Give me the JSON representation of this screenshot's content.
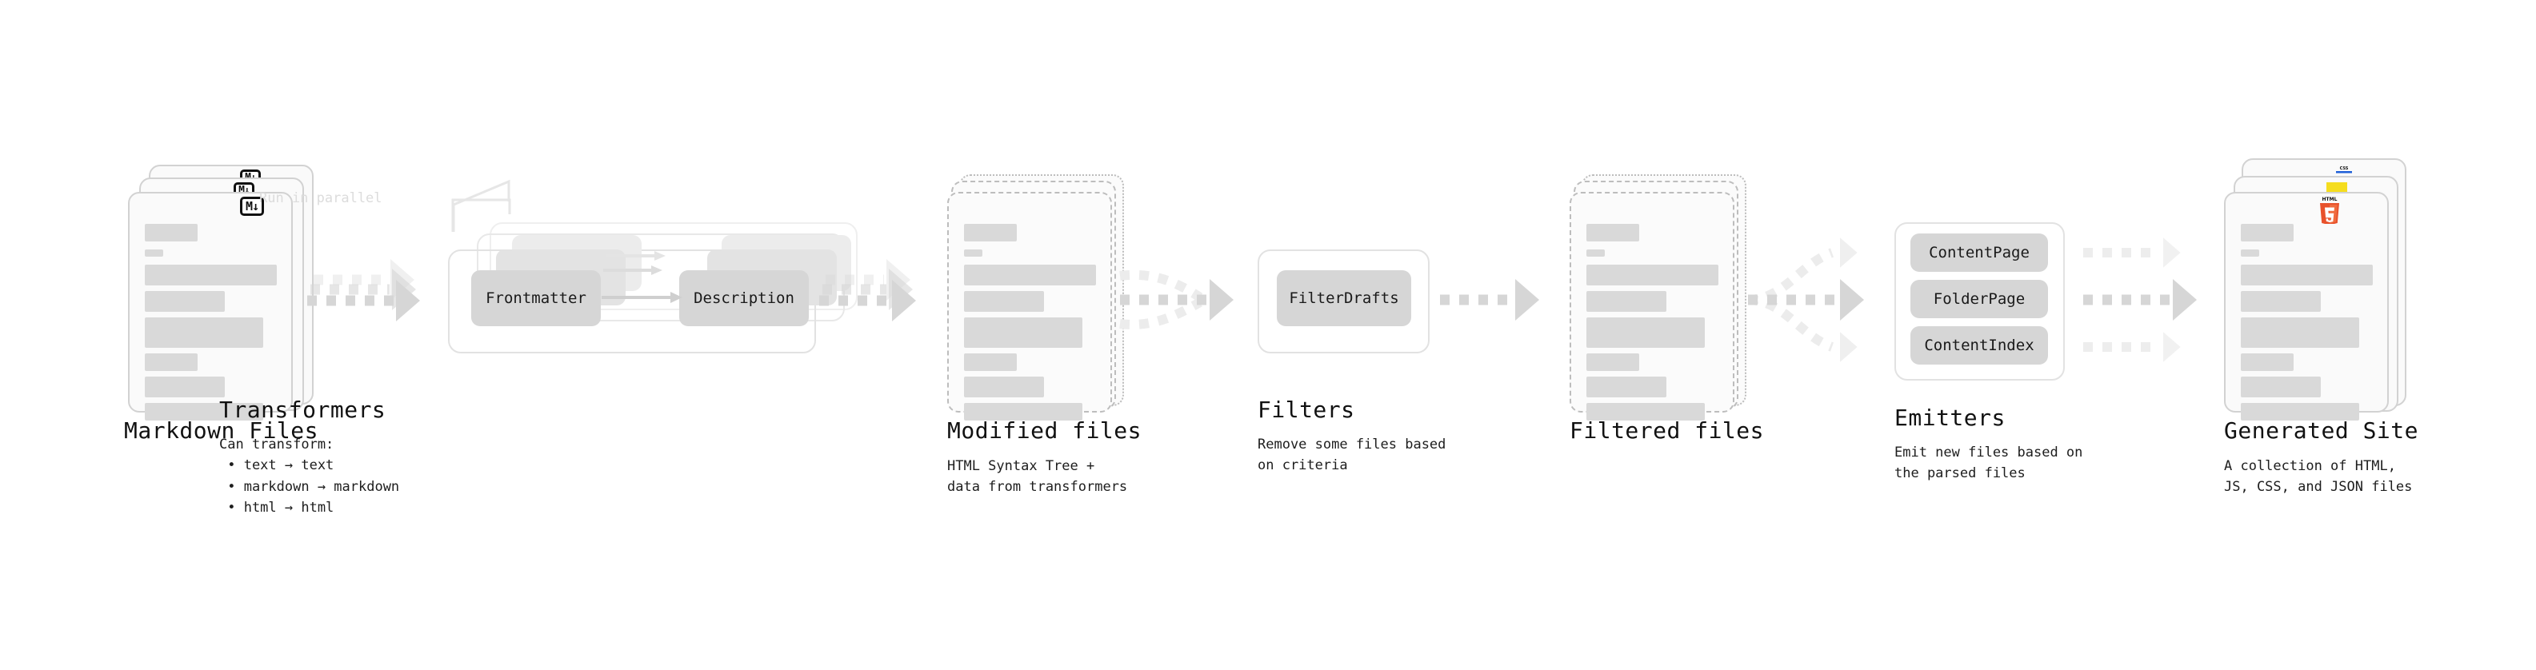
{
  "diagram": {
    "title_color": "#111111",
    "accent_bar_color": "#d9d9d9",
    "pill_color": "#d6d6d6",
    "arrow_color": "#d6d6d6",
    "note_color": "#dcdcdc"
  },
  "stages": [
    {
      "key": "markdown_files",
      "title": "Markdown Files",
      "subtitle": "",
      "badge": "markdown-icon",
      "badge_label": "M↓"
    },
    {
      "key": "transformers",
      "title": "Transformers",
      "note": "Run in parallel",
      "subtitle": "Can transform:\n • text → text\n • markdown → markdown\n • html → html",
      "pills": [
        "Frontmatter",
        "Description"
      ]
    },
    {
      "key": "modified_files",
      "title": "Modified files",
      "subtitle": "HTML Syntax Tree +\ndata from transformers"
    },
    {
      "key": "filters",
      "title": "Filters",
      "subtitle": "Remove some files based\non criteria",
      "pills": [
        "FilterDrafts"
      ]
    },
    {
      "key": "filtered_files",
      "title": "Filtered files",
      "subtitle": ""
    },
    {
      "key": "emitters",
      "title": "Emitters",
      "subtitle": "Emit new files based on\nthe parsed files",
      "pills": [
        "ContentPage",
        "FolderPage",
        "ContentIndex"
      ]
    },
    {
      "key": "generated_site",
      "title": "Generated Site",
      "subtitle": "A collection of HTML,\nJS, CSS, and JSON files",
      "badges": [
        "html5-icon",
        "js-icon",
        "css-icon"
      ],
      "badge_labels": [
        "HTML 5",
        "JS",
        "CSS"
      ]
    }
  ]
}
